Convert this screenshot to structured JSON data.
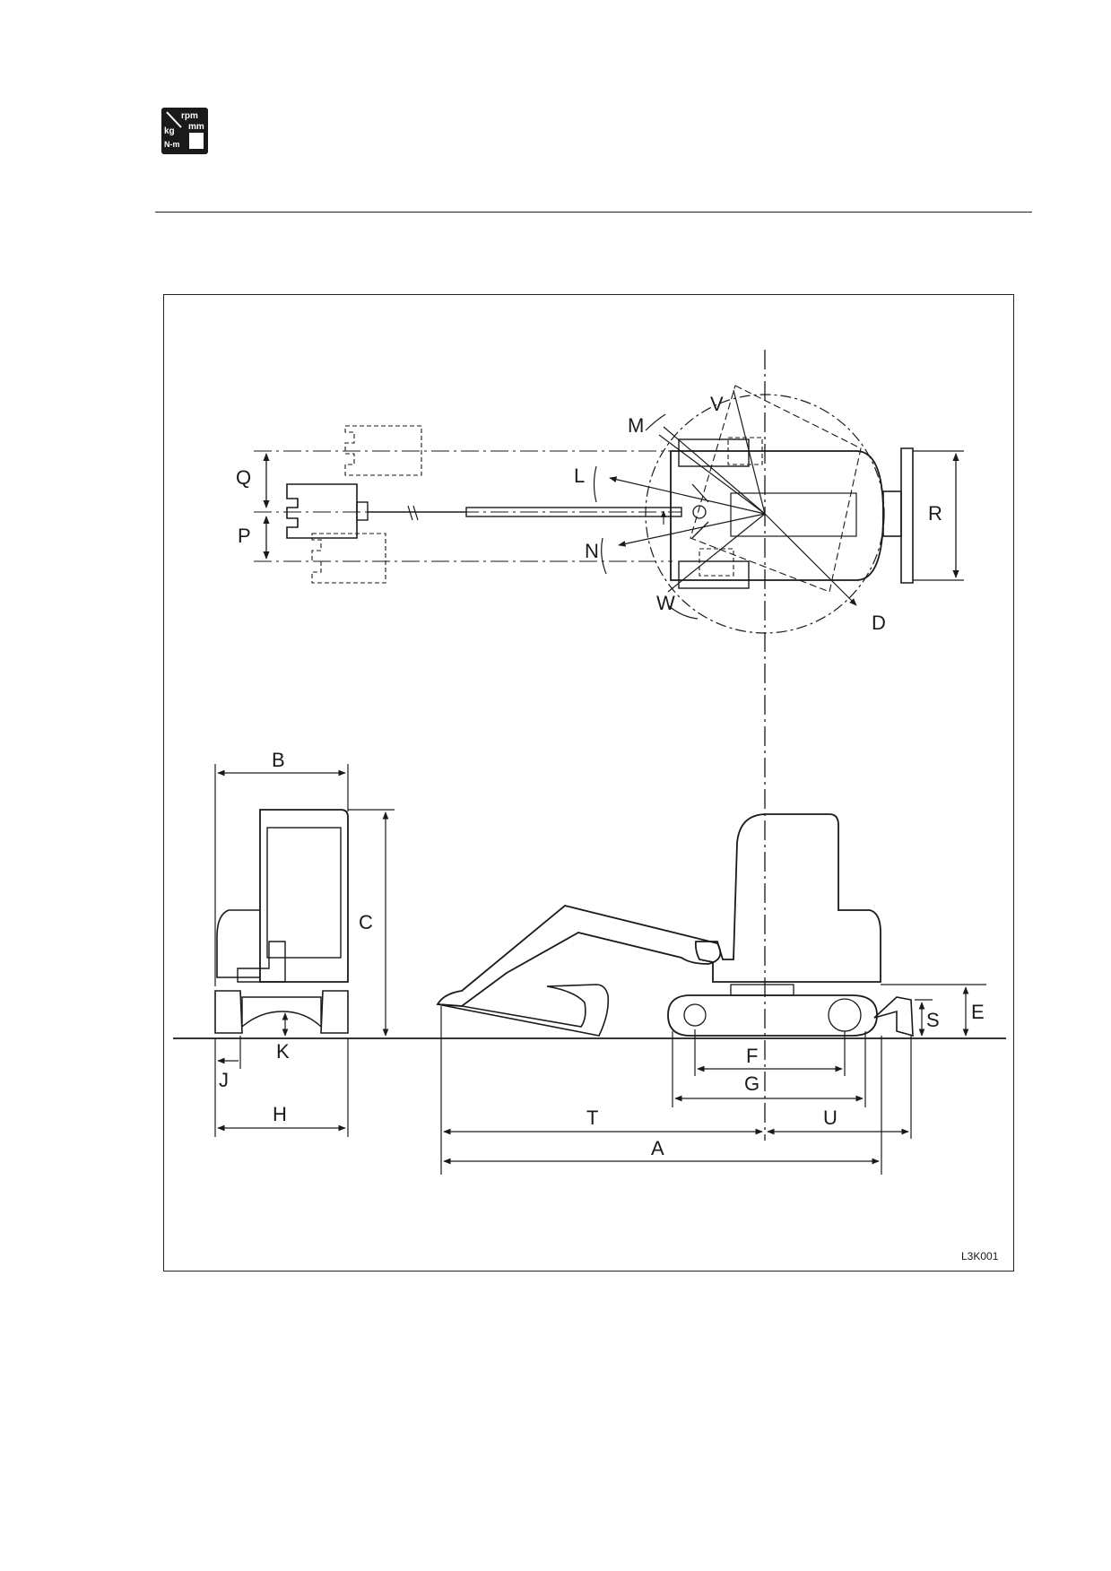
{
  "header": {
    "icon_name": "specifications-icon",
    "icon_text": [
      "rpm",
      "mm",
      "kg",
      "N-m"
    ]
  },
  "figure": {
    "code": "L3K001",
    "labels": [
      "V",
      "M",
      "L",
      "N",
      "W",
      "D",
      "Q",
      "P",
      "R",
      "B",
      "C",
      "E",
      "S",
      "K",
      "J",
      "H",
      "F",
      "G",
      "T",
      "U",
      "A"
    ]
  }
}
